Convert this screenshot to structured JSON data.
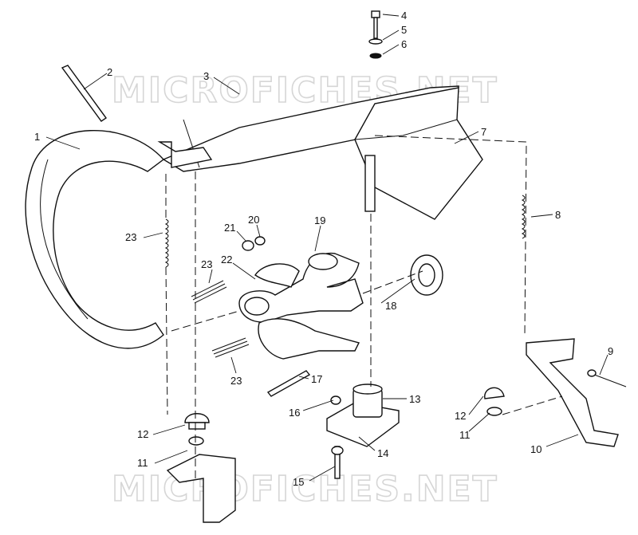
{
  "watermark": {
    "text": "MICROFICHES.NET"
  },
  "callouts": [
    {
      "id": "c1",
      "text": "1"
    },
    {
      "id": "c2",
      "text": "2"
    },
    {
      "id": "c3",
      "text": "3"
    },
    {
      "id": "c4",
      "text": "4"
    },
    {
      "id": "c5",
      "text": "5"
    },
    {
      "id": "c6",
      "text": "6"
    },
    {
      "id": "c7",
      "text": "7"
    },
    {
      "id": "c8",
      "text": "8"
    },
    {
      "id": "c9",
      "text": "9"
    },
    {
      "id": "c10",
      "text": "10"
    },
    {
      "id": "c11a",
      "text": "11"
    },
    {
      "id": "c11b",
      "text": "11"
    },
    {
      "id": "c12a",
      "text": "12"
    },
    {
      "id": "c12b",
      "text": "12"
    },
    {
      "id": "c13",
      "text": "13"
    },
    {
      "id": "c14",
      "text": "14"
    },
    {
      "id": "c15",
      "text": "15"
    },
    {
      "id": "c16",
      "text": "16"
    },
    {
      "id": "c17",
      "text": "17"
    },
    {
      "id": "c18",
      "text": "18"
    },
    {
      "id": "c19",
      "text": "19"
    },
    {
      "id": "c20",
      "text": "20"
    },
    {
      "id": "c21",
      "text": "21"
    },
    {
      "id": "c22",
      "text": "22"
    },
    {
      "id": "c23a",
      "text": "23"
    },
    {
      "id": "c23b",
      "text": "23"
    },
    {
      "id": "c23c",
      "text": "23"
    }
  ]
}
